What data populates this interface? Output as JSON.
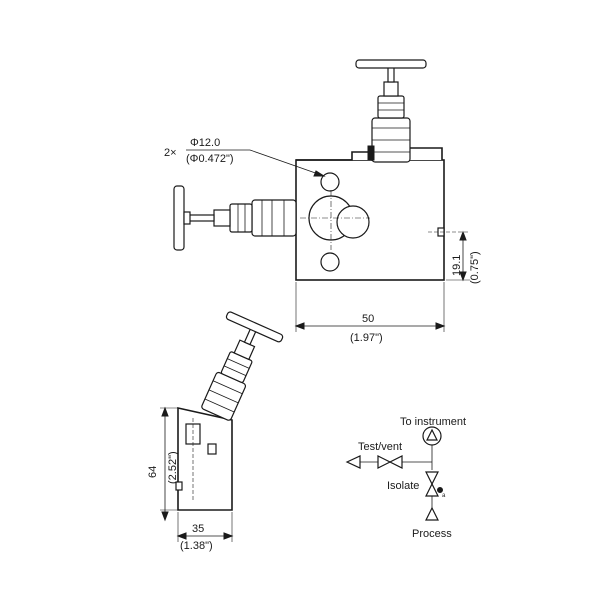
{
  "drawing": {
    "front_view": {
      "hole_count": "2×",
      "hole_dia_mm": "Φ12.0",
      "hole_dia_in": "(Φ0.472\")",
      "width_mm": "50",
      "width_in": "(1.97\")",
      "offset_mm": "19.1",
      "offset_in": "(0.75\")"
    },
    "side_view": {
      "height_mm": "64",
      "height_in": "(2.52\")",
      "depth_mm": "35",
      "depth_in": "(1.38\")"
    },
    "schematic": {
      "to_instrument": "To instrument",
      "test_vent": "Test/vent",
      "isolate": "Isolate",
      "process": "Process",
      "small_mark": "a"
    }
  }
}
